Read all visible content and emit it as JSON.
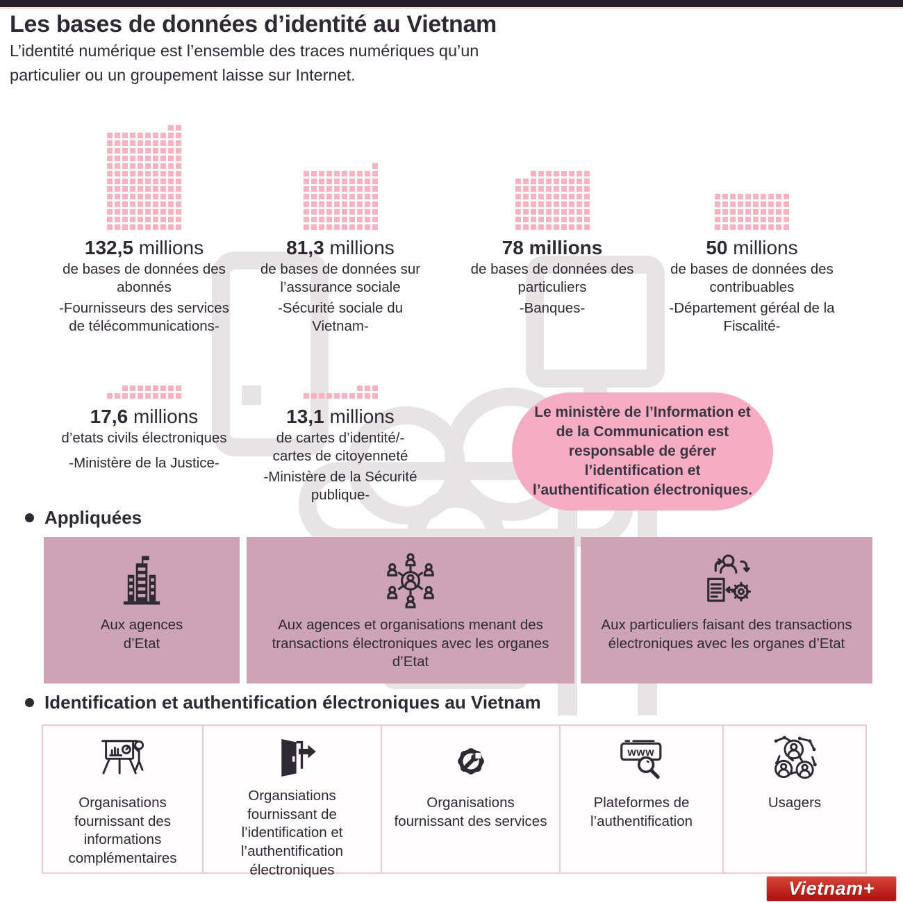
{
  "header": {
    "title": "Les bases de données d’identité au Vietnam",
    "subtitle": "L’identité numérique est l’ensemble des traces numériques qu’un particulier ou un groupement laisse sur Internet."
  },
  "chart_data": {
    "type": "bar",
    "subtype": "pictogram-unit-chart",
    "title": "Les bases de données d’identité au Vietnam",
    "unit": "millions",
    "categories": [
      "Bases de données des abonnés (Fournisseurs des services de télécommunications)",
      "Bases de données sur l’assurance sociale (Sécurité sociale du Vietnam)",
      "Bases de données des particuliers (Banques)",
      "Bases de données des contribuables (Département géréal de la Fiscalité)",
      "Etats civils électroniques (Ministère de la Justice)",
      "Cartes d’identité / cartes de citoyenneté (Ministère de la Sécurité publique)"
    ],
    "values": [
      132.5,
      81.3,
      78,
      50,
      17.6,
      13.1
    ],
    "legend_position": "none",
    "grid": false
  },
  "stats": [
    {
      "value": "132,5",
      "unit": "millions",
      "squares": 132,
      "desc": "de bases de données des abonnés",
      "source": "-Fournisseurs des services de télécommunications-"
    },
    {
      "value": "81,3",
      "unit": "millions",
      "squares": 81,
      "desc": "de bases de données sur l’assurance sociale",
      "source": "-Sécurité sociale du Vietnam-"
    },
    {
      "value": "78",
      "unit": "millions",
      "squares": 78,
      "desc": "de bases de données des particuliers",
      "source": "-Banques-"
    },
    {
      "value": "50",
      "unit": "millions",
      "squares": 50,
      "desc": "de bases de données des contribuables",
      "source": "-Département géréal de la Fiscalité-"
    },
    {
      "value": "17,6",
      "unit": "millions",
      "squares": 18,
      "desc": "d’etats civils électroniques",
      "source": "-Ministère de la Justice-"
    },
    {
      "value": "13,1",
      "unit": "millions",
      "squares": 13,
      "desc": "de cartes d’identité/-\ncartes de citoyenneté",
      "source": "-Ministère de la Sécurité publique-"
    }
  ],
  "bubble": {
    "text": "Le ministère de l’Information et de la Communication  est responsable de gérer l’identification et l’authentification électroniques."
  },
  "applied": {
    "heading": "Appliquées",
    "boxes": [
      {
        "icon": "government-building-icon",
        "label": "Aux agences\nd’Etat"
      },
      {
        "icon": "people-network-icon",
        "label": "Aux agences et organisations menant des transactions électroniques avec les organes d’Etat"
      },
      {
        "icon": "person-document-gear-icon",
        "label": "Aux particuliers faisant des transactions électroniques avec les organes d’Etat"
      }
    ]
  },
  "identification": {
    "heading": "Identification et authentification électroniques au Vietnam",
    "items": [
      {
        "icon": "presenter-chart-icon",
        "label": "Organisations fournissant des informations complémentaires"
      },
      {
        "icon": "door-arrow-icon",
        "label": "Organsiations fournissant de l’identification et l’authentification électroniques"
      },
      {
        "icon": "gear-wrench-icon",
        "label": "Organisations fournissant des services"
      },
      {
        "icon": "www-search-icon",
        "icon_text": "www",
        "label": "Plateformes de l’authentification"
      },
      {
        "icon": "users-network-icon",
        "label": "Usagers"
      }
    ]
  },
  "logo": {
    "text": "Vietnam+"
  },
  "colors": {
    "square_pink": "#f8b3c2",
    "bubble_pink": "#f6adc3",
    "box_mauve": "#cda4b5",
    "table_border_pink": "#e9ccd5",
    "logo_red": "#c6201c",
    "ink": "#2e2933"
  }
}
